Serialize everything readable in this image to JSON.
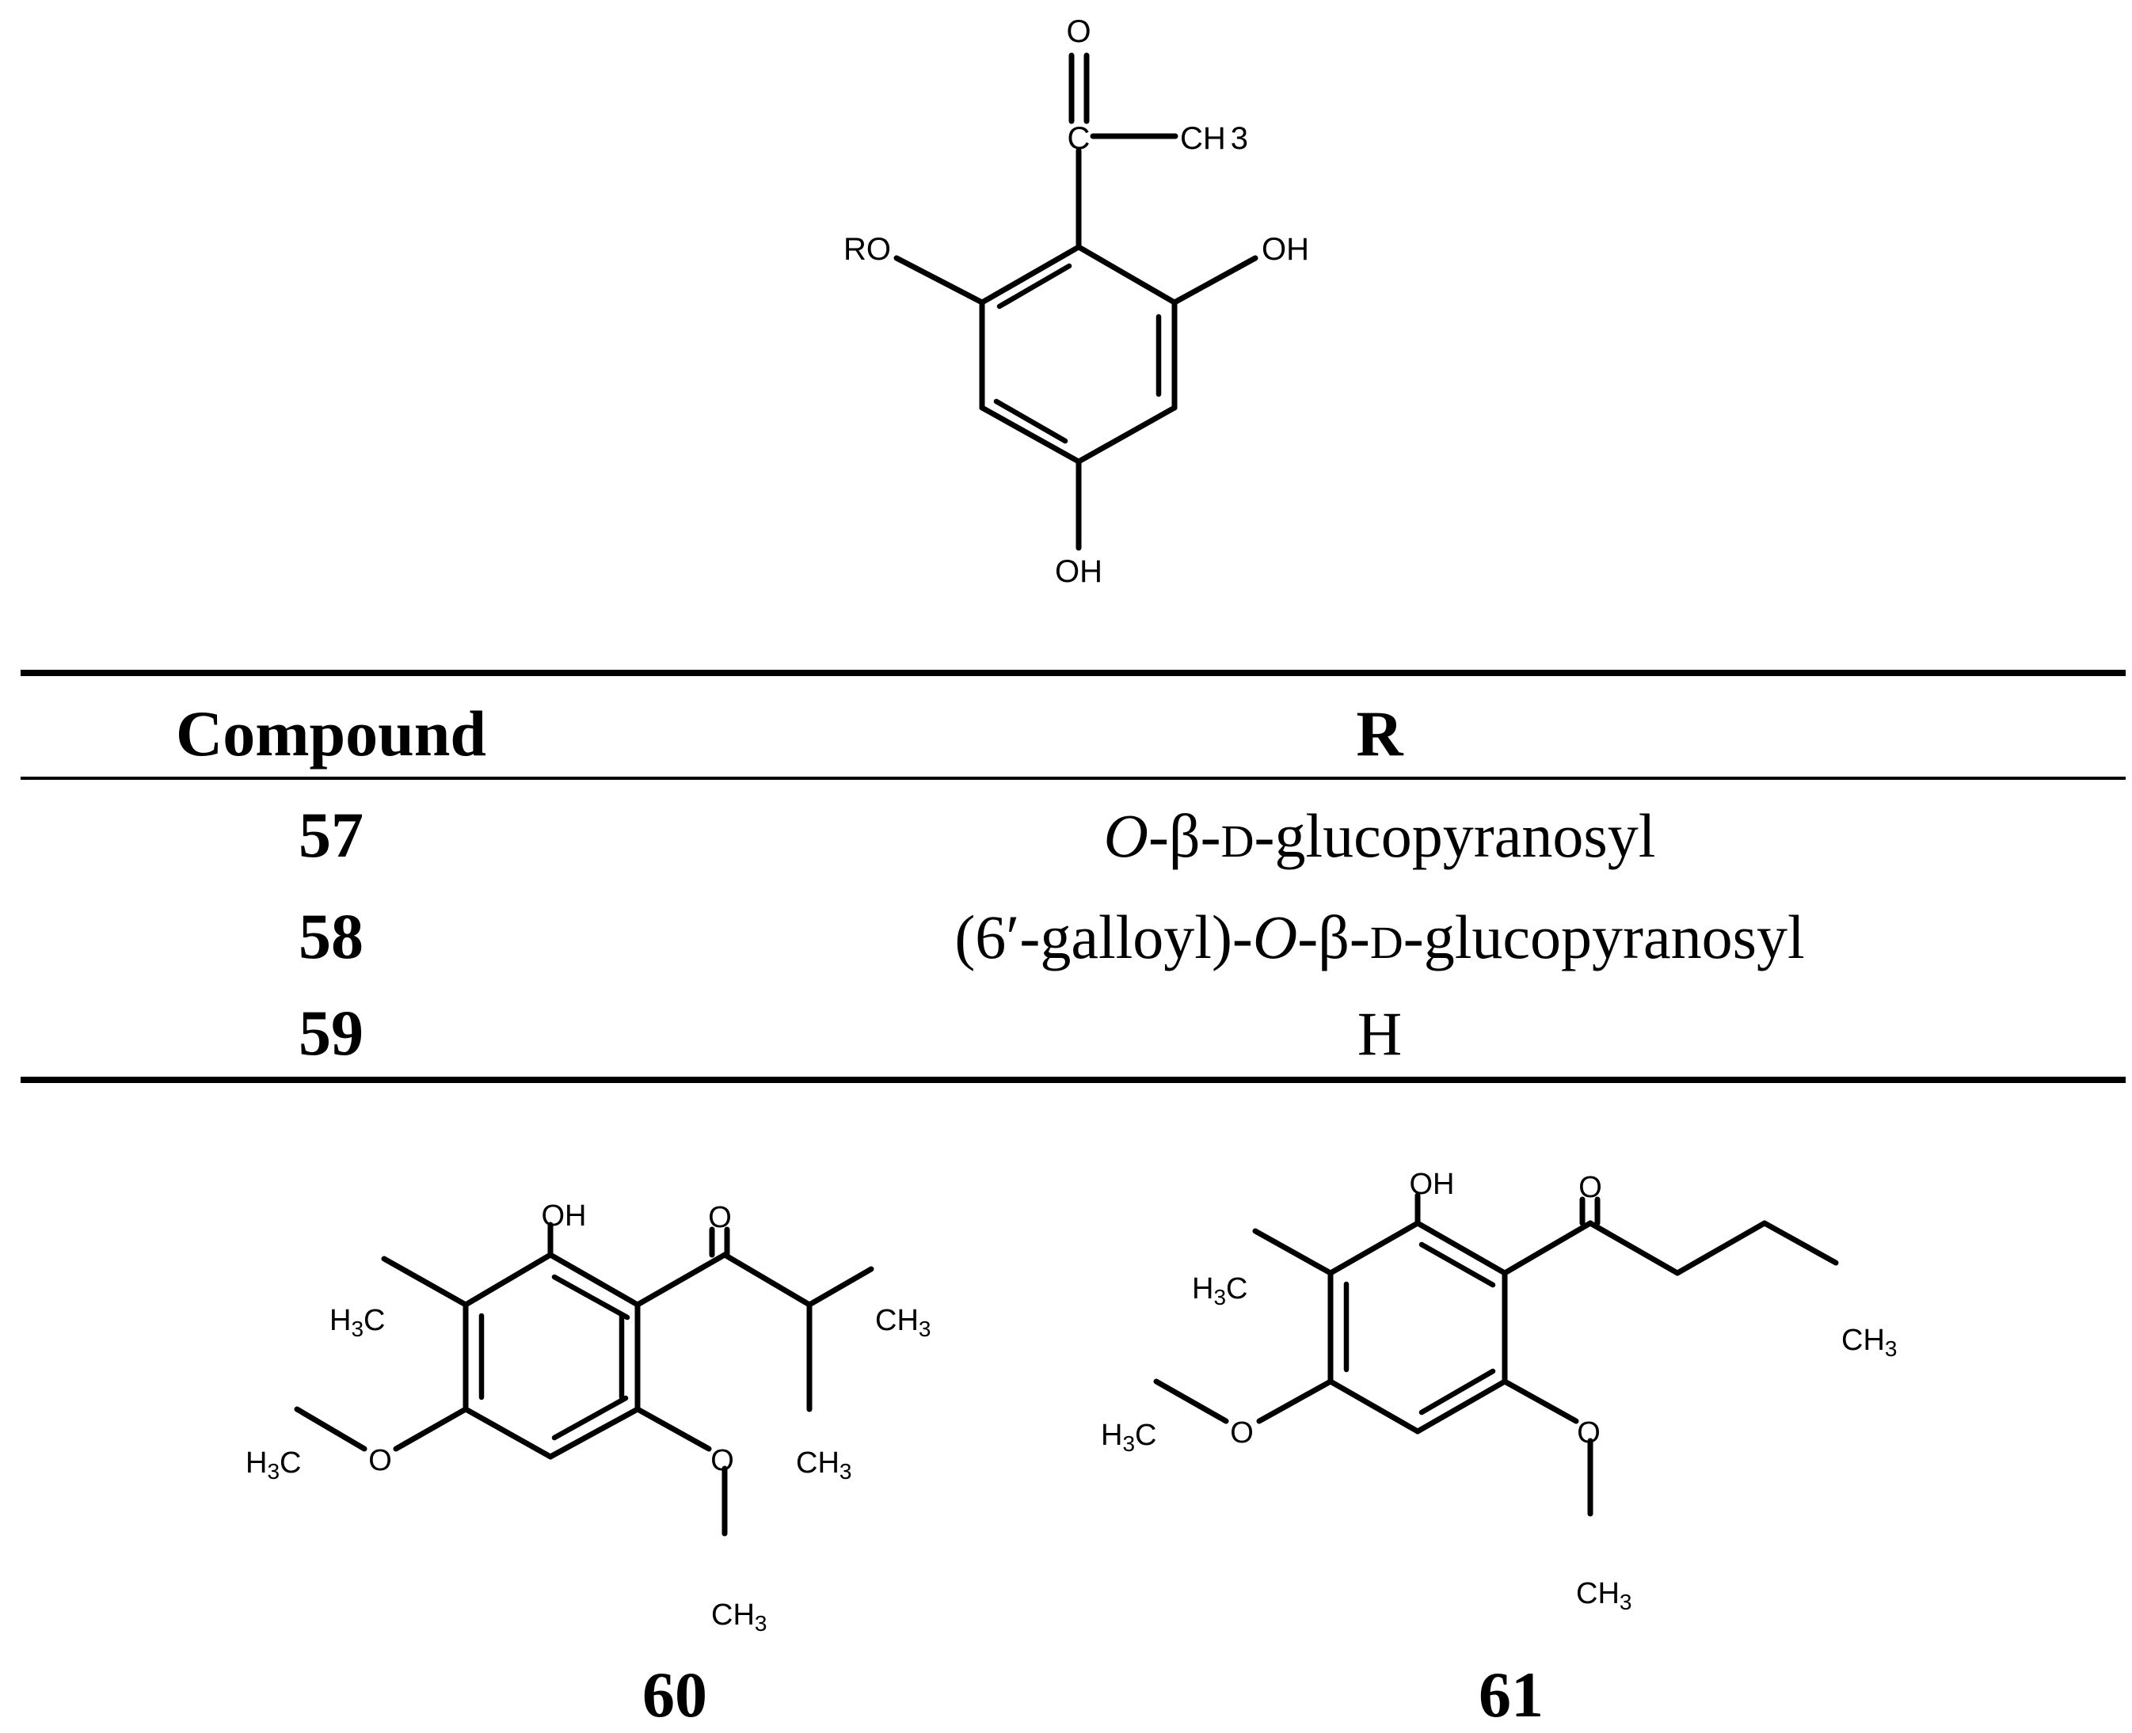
{
  "top_structure": {
    "atoms": {
      "carbonyl_o": "O",
      "carbonyl_c": "C",
      "methyl": "CH",
      "methyl_sub": "3",
      "ro": "RO",
      "oh_right": "OH",
      "oh_bottom": "OH"
    }
  },
  "table": {
    "headers": [
      "Compound",
      "R"
    ],
    "rows": [
      {
        "compound": "57",
        "r_parts": [
          {
            "t": "O",
            "style": "italic"
          },
          {
            "t": "-β-",
            "style": "normal"
          },
          {
            "t": "D",
            "style": "smallcaps"
          },
          {
            "t": "-glucopyranosyl",
            "style": "normal"
          }
        ]
      },
      {
        "compound": "58",
        "r_parts": [
          {
            "t": "(6′-galloyl)-",
            "style": "normal"
          },
          {
            "t": "O",
            "style": "italic"
          },
          {
            "t": "-β-",
            "style": "normal"
          },
          {
            "t": "D",
            "style": "smallcaps"
          },
          {
            "t": "-glucopyranosyl",
            "style": "normal"
          }
        ]
      },
      {
        "compound": "59",
        "r_parts": [
          {
            "t": "H",
            "style": "normal"
          }
        ]
      }
    ]
  },
  "structure_60": {
    "label": "60",
    "atoms": {
      "oh": "OH",
      "o_carbonyl": "O",
      "h3c_methyl": "H",
      "h3c_methyl_sub": "3",
      "h3c_methyl_c": "C",
      "ch3_isopropyl_1": "CH",
      "ch3_isopropyl_1_sub": "3",
      "ch3_isopropyl_2": "CH",
      "ch3_isopropyl_2_sub": "3",
      "h3c_methoxy": "H",
      "h3c_methoxy_sub": "3",
      "h3c_methoxy_c": "C",
      "o_methoxy_left": "O",
      "o_methoxy_right": "O",
      "ch3_methoxy": "CH",
      "ch3_methoxy_sub": "3"
    }
  },
  "structure_61": {
    "label": "61",
    "atoms": {
      "oh": "OH",
      "o_carbonyl": "O",
      "h3c_methyl": "H",
      "h3c_methyl_sub": "3",
      "h3c_methyl_c": "C",
      "ch3_butyl": "CH",
      "ch3_butyl_sub": "3",
      "h3c_methoxy": "H",
      "h3c_methoxy_sub": "3",
      "h3c_methoxy_c": "C",
      "o_methoxy_left": "O",
      "o_methoxy_right": "O",
      "ch3_methoxy": "CH",
      "ch3_methoxy_sub": "3"
    }
  }
}
